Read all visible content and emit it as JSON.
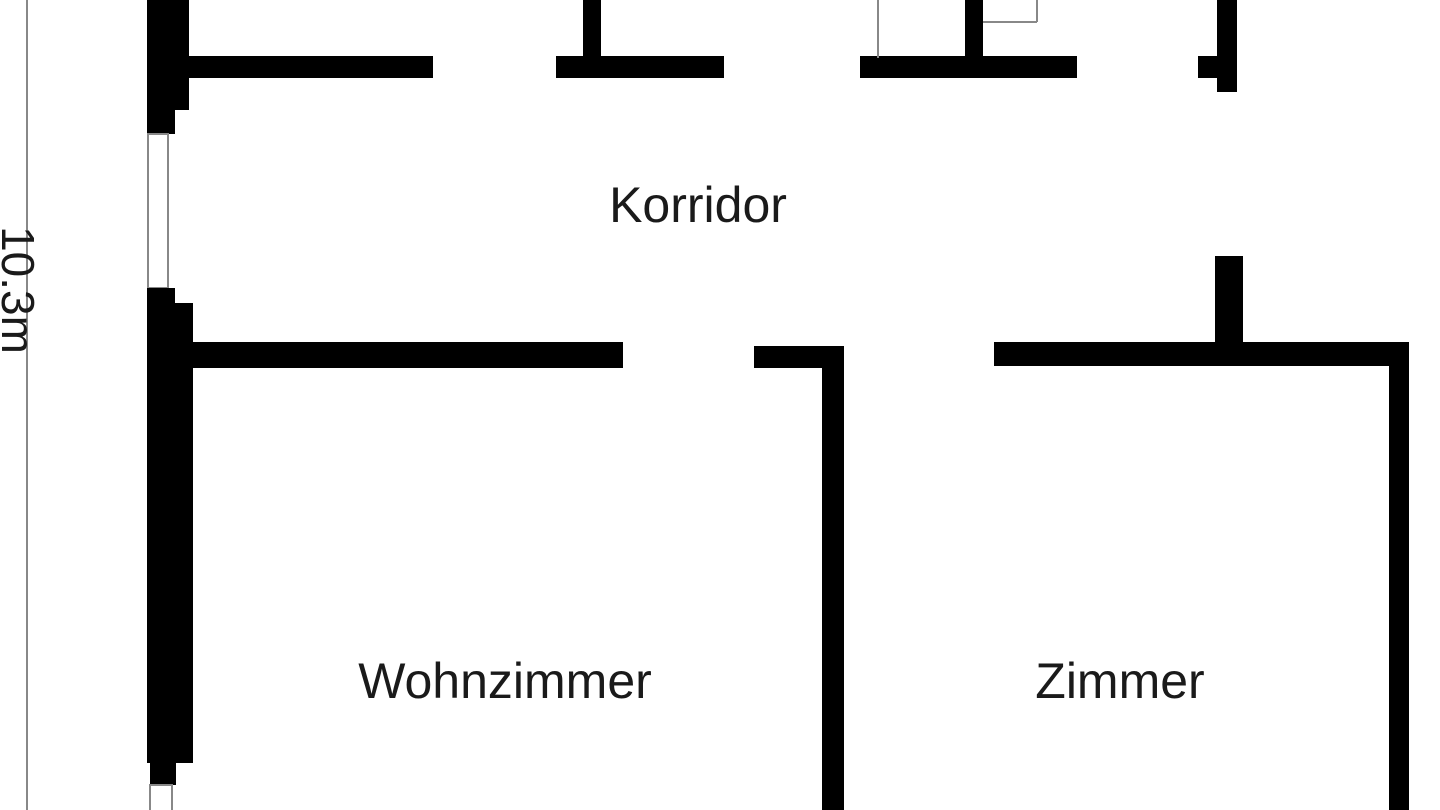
{
  "floor_plan": {
    "rooms": {
      "corridor": "Korridor",
      "living_room": "Wohnzimmer",
      "room": "Zimmer"
    },
    "dimension_label": "10.3m"
  },
  "colors": {
    "wall": "#000000",
    "thin_line": "#888888",
    "background": "#ffffff"
  }
}
